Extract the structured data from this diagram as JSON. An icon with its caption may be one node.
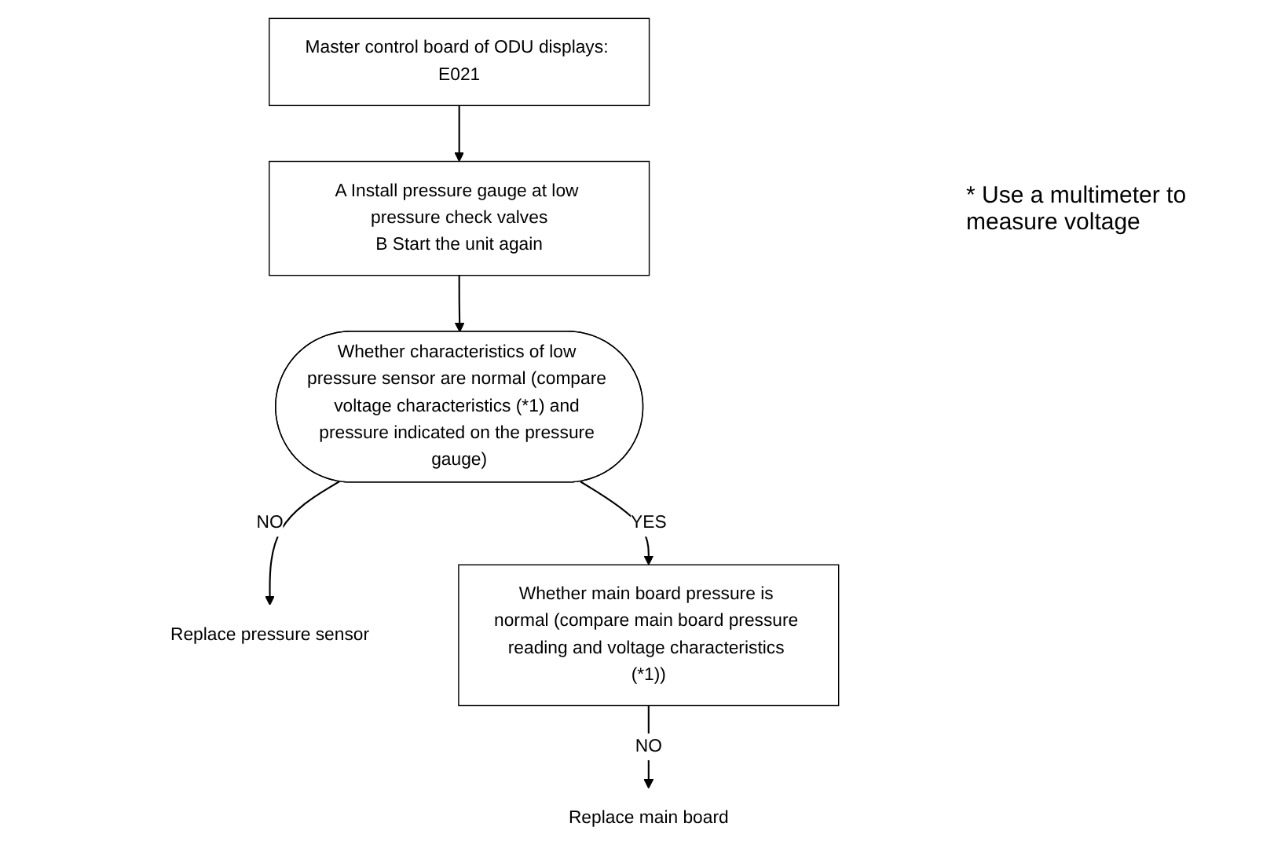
{
  "diagram": {
    "nodes": [
      {
        "text": [
          "Master control board of ODU displays: E021"
        ]
      },
      {
        "text": [
          "A Install pressure gauge at low pressure check valves",
          "B Start the unit again"
        ]
      },
      {
        "text": [
          "Whether characteristics of low pressure sensor are normal (compare voltage characteristics (*1) and pressure indicated on the pressure gauge)"
        ]
      },
      {
        "text": [
          "Replace pressure sensor"
        ]
      },
      {
        "text": [
          "Whether main board pressure is normal (compare main board pressure reading and voltage characteristics (*1))"
        ]
      },
      {
        "text": [
          "Replace main board"
        ]
      }
    ],
    "edges": [
      {
        "from": 0,
        "to": 1,
        "arrow": "to"
      },
      {
        "from": 1,
        "to": 2,
        "arrow": "to"
      },
      {
        "from": 2,
        "to": 3,
        "arrow": "to",
        "label": "NO"
      },
      {
        "from": 2,
        "to": 4,
        "arrow": "to",
        "label": "YES"
      },
      {
        "from": 4,
        "to": 5,
        "arrow": "to",
        "label": "NO"
      }
    ],
    "labels": [
      "* Use a multimeter to measure voltage"
    ]
  }
}
